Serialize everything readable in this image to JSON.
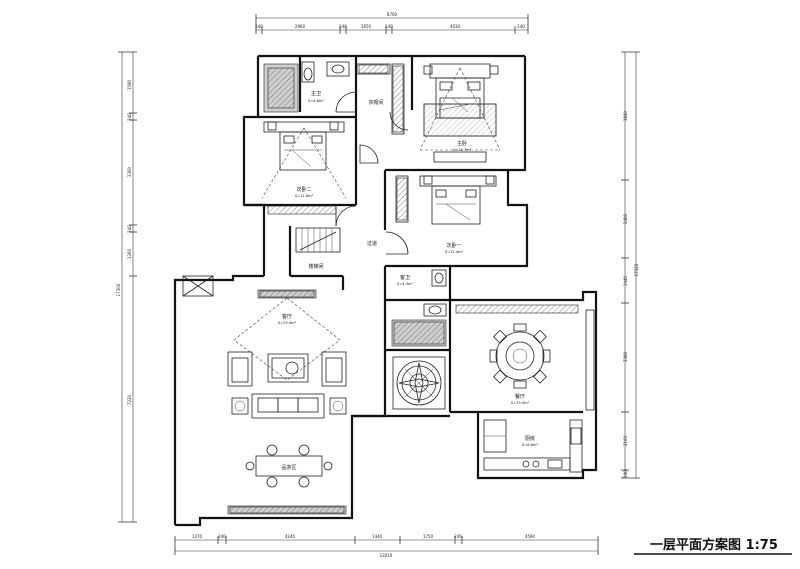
{
  "title": "一层平面方案图 1:75",
  "dims": {
    "top_overall": "8700",
    "top_segments": [
      "240",
      "2960",
      "240",
      "1650",
      "240",
      "4030",
      "240"
    ],
    "bottom_overall": "13010",
    "bottom_segments": [
      "1270",
      "240",
      "4240",
      "1440",
      "1750",
      "240",
      "4590"
    ],
    "left_overall": "17300",
    "left_segments": [
      "1590",
      "240",
      "3300",
      "240",
      "1260",
      "7220"
    ],
    "right_overall": "17320",
    "right_segments": [
      "3840",
      "2400",
      "1440",
      "3380",
      "2100",
      "240"
    ]
  },
  "rooms": {
    "main_bath": {
      "name": "主卫",
      "area": "S=4.8m²"
    },
    "closet": {
      "name": "衣帽间"
    },
    "master_bed": {
      "name": "主卧",
      "area": "S=12.7m²"
    },
    "second_bed_2": {
      "name": "次卧二",
      "area": "S=11.8m²"
    },
    "second_bed_1": {
      "name": "次卧一",
      "area": "S=11.4m²"
    },
    "corridor": {
      "name": "过道"
    },
    "stair": {
      "name": "楼梯间"
    },
    "guest_bath": {
      "name": "客卫",
      "area": "S=4.3m²"
    },
    "living": {
      "name": "客厅",
      "area": "S=25.4m²"
    },
    "tea": {
      "name": "品茶区"
    },
    "dining": {
      "name": "餐厅",
      "area": "S=15.5m²"
    },
    "kitchen": {
      "name": "厨房",
      "area": "S=6.8m²"
    }
  }
}
